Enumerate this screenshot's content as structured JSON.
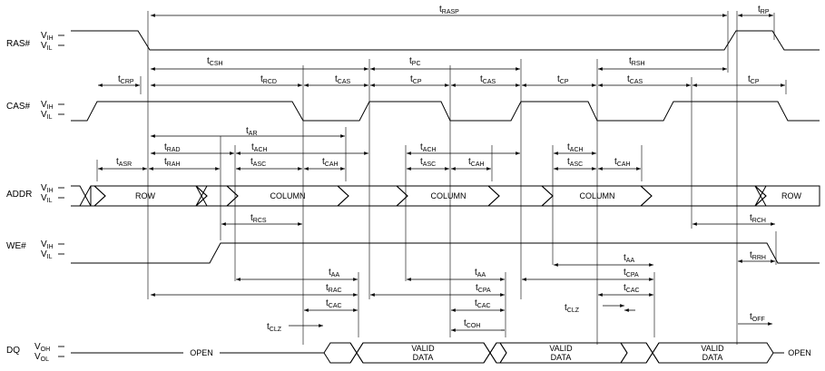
{
  "signals": {
    "ras": {
      "name": "RAS#",
      "hi": "IH",
      "lo": "IL",
      "prefix": "V"
    },
    "cas": {
      "name": "CAS#",
      "hi": "IH",
      "lo": "IL",
      "prefix": "V"
    },
    "addr": {
      "name": "ADDR",
      "hi": "IH",
      "lo": "IL",
      "prefix": "V"
    },
    "we": {
      "name": "WE#",
      "hi": "IH",
      "lo": "IL",
      "prefix": "V"
    },
    "dq": {
      "name": "DQ",
      "hi": "OH",
      "lo": "OL",
      "prefix": "V"
    }
  },
  "bus_labels": {
    "row1": "ROW",
    "col1": "COLUMN",
    "col2": "COLUMN",
    "col3": "COLUMN",
    "row2": "ROW",
    "open1": "OPEN",
    "open2": "OPEN",
    "valid_top": "VALID",
    "valid_bottom": "DATA"
  },
  "timing": {
    "rasp": {
      "t": "t",
      "sub": "RASP"
    },
    "rp": {
      "t": "t",
      "sub": "RP"
    },
    "csh": {
      "t": "t",
      "sub": "CSH"
    },
    "pc": {
      "t": "t",
      "sub": "PC"
    },
    "crp": {
      "t": "t",
      "sub": "CRP"
    },
    "rcd": {
      "t": "t",
      "sub": "RCD"
    },
    "cas1": {
      "t": "t",
      "sub": "CAS"
    },
    "cp1": {
      "t": "t",
      "sub": "CP"
    },
    "cas2": {
      "t": "t",
      "sub": "CAS"
    },
    "cp2": {
      "t": "t",
      "sub": "CP"
    },
    "rsh": {
      "t": "t",
      "sub": "RSH"
    },
    "cas3": {
      "t": "t",
      "sub": "CAS"
    },
    "cp3": {
      "t": "t",
      "sub": "CP"
    },
    "ar": {
      "t": "t",
      "sub": "AR"
    },
    "rad": {
      "t": "t",
      "sub": "RAD"
    },
    "ach1": {
      "t": "t",
      "sub": "ACH"
    },
    "ach2": {
      "t": "t",
      "sub": "ACH"
    },
    "ach3": {
      "t": "t",
      "sub": "ACH"
    },
    "asr": {
      "t": "t",
      "sub": "ASR"
    },
    "rah": {
      "t": "t",
      "sub": "RAH"
    },
    "asc1": {
      "t": "t",
      "sub": "ASC"
    },
    "cah1": {
      "t": "t",
      "sub": "CAH"
    },
    "asc2": {
      "t": "t",
      "sub": "ASC"
    },
    "cah2": {
      "t": "t",
      "sub": "CAH"
    },
    "asc3": {
      "t": "t",
      "sub": "ASC"
    },
    "cah3": {
      "t": "t",
      "sub": "CAH"
    },
    "rcs": {
      "t": "t",
      "sub": "RCS"
    },
    "rch": {
      "t": "t",
      "sub": "RCH"
    },
    "rrh": {
      "t": "t",
      "sub": "RRH"
    },
    "aa1": {
      "t": "t",
      "sub": "AA"
    },
    "aa2": {
      "t": "t",
      "sub": "AA"
    },
    "aa3": {
      "t": "t",
      "sub": "AA"
    },
    "cpa1": {
      "t": "t",
      "sub": "CPA"
    },
    "cpa2": {
      "t": "t",
      "sub": "CPA"
    },
    "rac": {
      "t": "t",
      "sub": "RAC"
    },
    "cac1": {
      "t": "t",
      "sub": "CAC"
    },
    "cac2": {
      "t": "t",
      "sub": "CAC"
    },
    "cac3": {
      "t": "t",
      "sub": "CAC"
    },
    "clz1": {
      "t": "t",
      "sub": "CLZ"
    },
    "clz2": {
      "t": "t",
      "sub": "CLZ"
    },
    "coh": {
      "t": "t",
      "sub": "COH"
    },
    "off": {
      "t": "t",
      "sub": "OFF"
    }
  }
}
